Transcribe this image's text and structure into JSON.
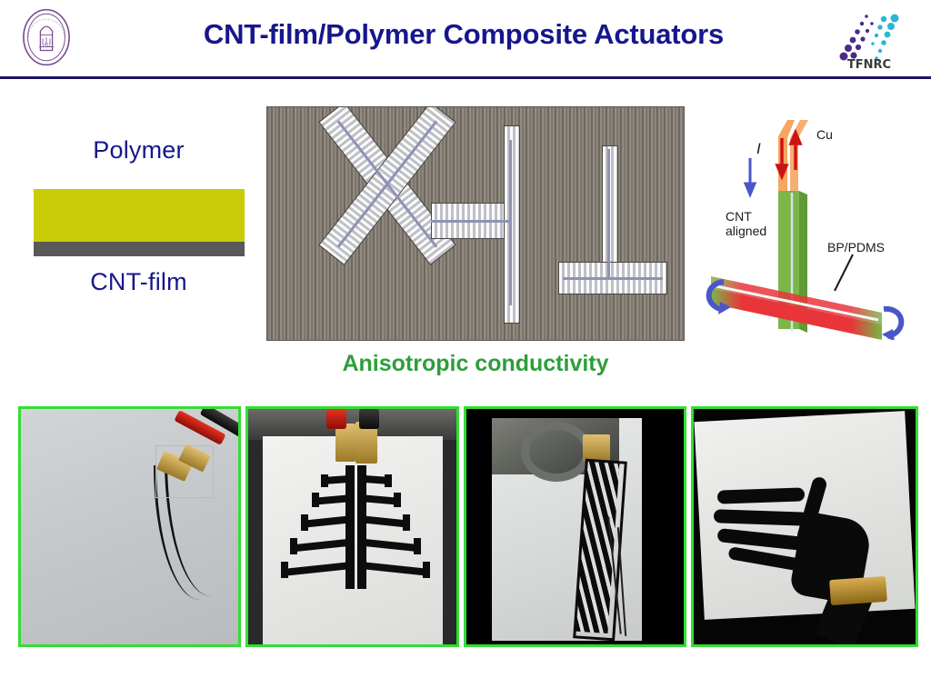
{
  "header": {
    "title": "CNT-film/Polymer Composite Actuators",
    "left_logo_name": "tsinghua-university-seal",
    "right_logo_name": "tfnrc-logo",
    "right_logo_text": "TFNRC",
    "title_color": "#16178c",
    "rule_color": "#1b1464",
    "seal_color": "#7a4f8c",
    "tfnrc_purple": "#4b2a8a",
    "tfnrc_cyan": "#29b6d8"
  },
  "left_schematic": {
    "top_label": "Polymer",
    "bottom_label": "CNT-film",
    "polymer_color": "#cbcc08",
    "cnt_color": "#595959",
    "label_color": "#16178c"
  },
  "micrograph": {
    "caption": "Anisotropic conductivity",
    "caption_color": "#2e9e3a",
    "shapes": [
      "X-shaped film",
      "H-shaped film",
      "T-shaped film"
    ],
    "background_description": "vertically striped aligned CNT substrate"
  },
  "right_diagram": {
    "labels": {
      "cu": "Cu",
      "current": "I",
      "cnt_aligned": "CNT\naligned",
      "material": "BP/PDMS"
    },
    "cu_color": "#f5a05a",
    "beam_color": "#7ab648",
    "hot_color": "#e8353a",
    "arrow_blue": "#4a56c8",
    "arrow_red": "#cc1414"
  },
  "photo_panels": [
    {
      "name": "panel-curved-strips",
      "description": "Two curved CNT-film strips clamped by red and black alligator clips"
    },
    {
      "name": "panel-fir-tree-actuator",
      "description": "Fir-tree shaped CNT-film actuator on white sheet"
    },
    {
      "name": "panel-serpentine-actuator",
      "description": "Serpentine meander CNT-film strip held by a clamp"
    },
    {
      "name": "panel-hand-actuator",
      "description": "Hand-shaped CNT-film actuator with five fingers"
    }
  ],
  "panel_border_color": "#33dd33"
}
